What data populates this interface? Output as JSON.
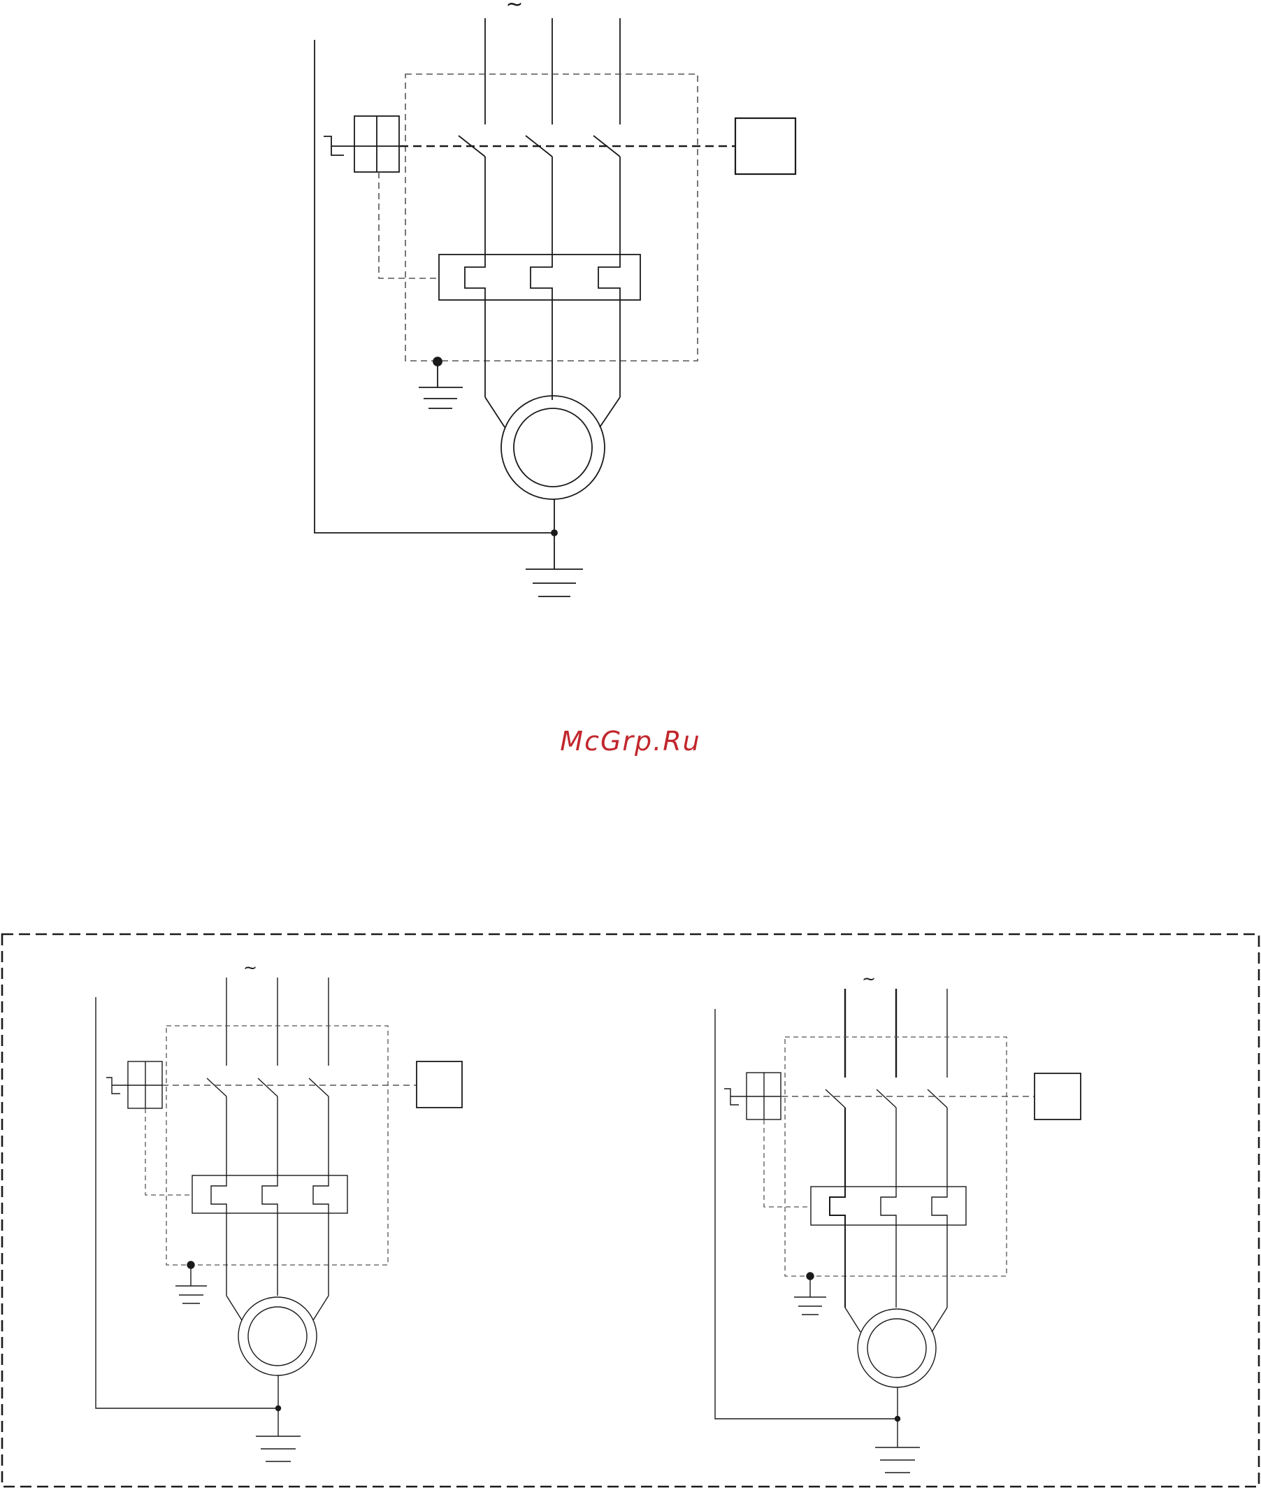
{
  "watermark": {
    "text": "McGrp.Ru",
    "color": "#c1272d"
  },
  "colors": {
    "line": "#1a1a1a",
    "dashed": "#555555",
    "background": "#ffffff"
  },
  "diagrams": [
    {
      "id": "top",
      "supply_label": "~"
    },
    {
      "id": "bottom-left",
      "supply_label": "~"
    },
    {
      "id": "bottom-right",
      "supply_label": "~"
    }
  ]
}
